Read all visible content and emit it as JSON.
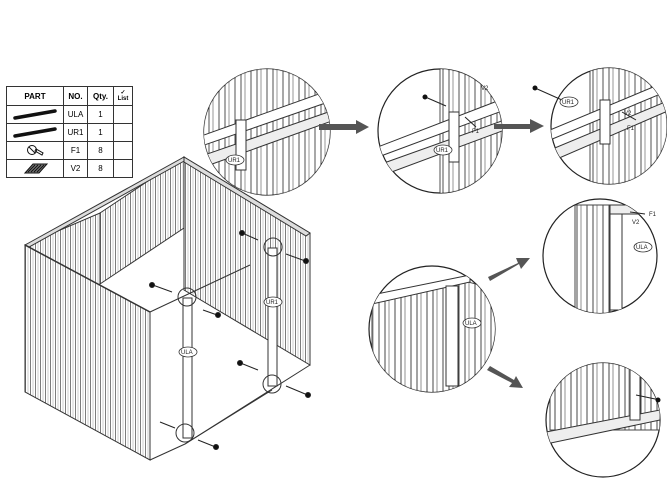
{
  "table": {
    "headers": {
      "part": "PART",
      "no": "NO.",
      "qty": "Qty.",
      "check": "✓",
      "check_sub": "List"
    },
    "rows": [
      {
        "icon": "long-rod-icon",
        "no": "ULA",
        "qty": "1"
      },
      {
        "icon": "long-rod-icon",
        "no": "UR1",
        "qty": "1"
      },
      {
        "icon": "screw-icon",
        "no": "F1",
        "qty": "8"
      },
      {
        "icon": "washer-icon",
        "no": "V2",
        "qty": "8"
      }
    ]
  },
  "labels": {
    "ula": "ULA",
    "ur1": "UR1",
    "f1": "F1",
    "v2": "V2"
  },
  "colors": {
    "line": "#333333",
    "arrow": "#555555",
    "panel": "#f4f4f4"
  }
}
